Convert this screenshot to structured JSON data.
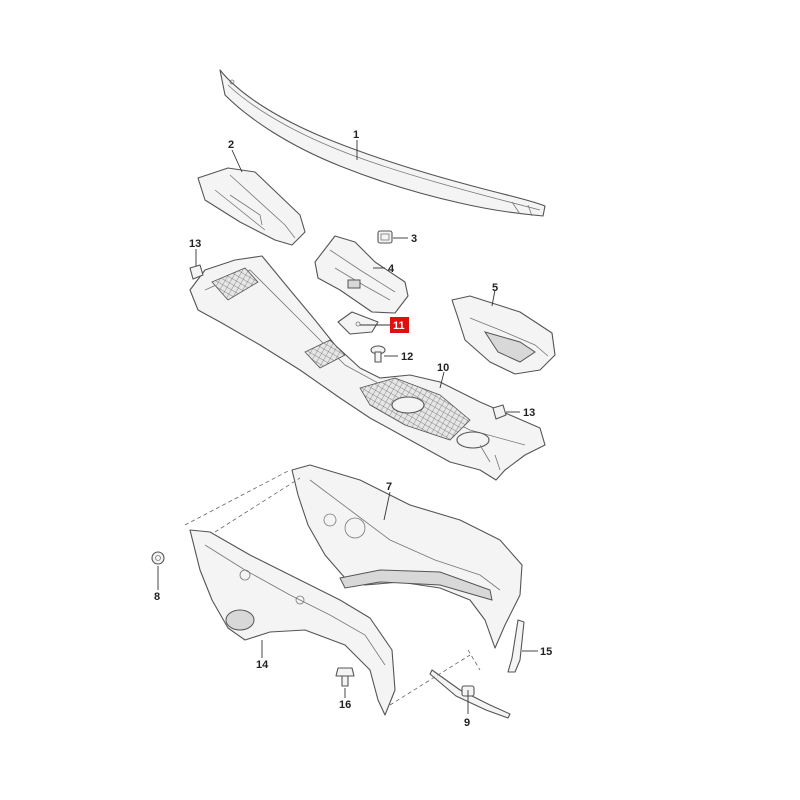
{
  "diagram": {
    "highlight_color": "#e01010",
    "line_color": "#555555",
    "callouts": [
      {
        "id": "1",
        "label": "1"
      },
      {
        "id": "2",
        "label": "2"
      },
      {
        "id": "3",
        "label": "3"
      },
      {
        "id": "4",
        "label": "4"
      },
      {
        "id": "5",
        "label": "5"
      },
      {
        "id": "7",
        "label": "7"
      },
      {
        "id": "8",
        "label": "8"
      },
      {
        "id": "9",
        "label": "9"
      },
      {
        "id": "10",
        "label": "10"
      },
      {
        "id": "11",
        "label": "11",
        "highlighted": true
      },
      {
        "id": "12",
        "label": "12"
      },
      {
        "id": "13a",
        "label": "13"
      },
      {
        "id": "13b",
        "label": "13"
      },
      {
        "id": "14",
        "label": "14"
      },
      {
        "id": "15",
        "label": "15"
      },
      {
        "id": "16",
        "label": "16"
      }
    ]
  }
}
